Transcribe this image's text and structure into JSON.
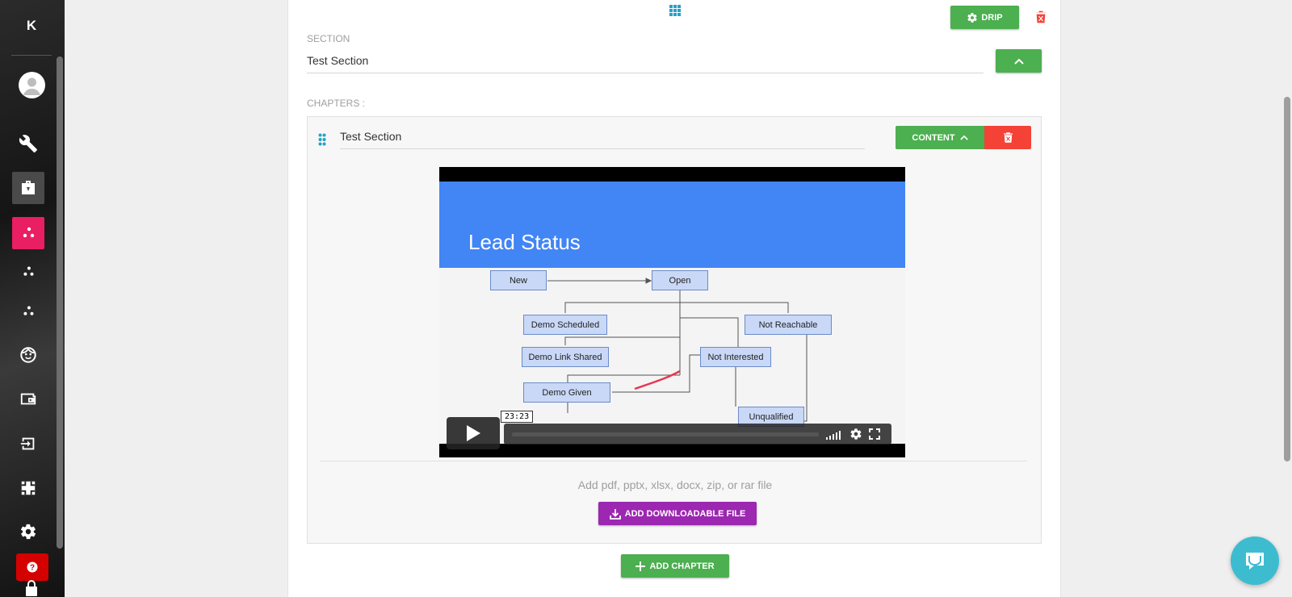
{
  "sidebar": {
    "brand": "K",
    "items": [
      {
        "icon": "wrench-icon"
      },
      {
        "icon": "briefcase-icon",
        "state": "hover"
      },
      {
        "icon": "dots-icon",
        "state": "active"
      },
      {
        "icon": "dots-icon"
      },
      {
        "icon": "dots-icon"
      },
      {
        "icon": "face-icon"
      },
      {
        "icon": "wallet-icon"
      },
      {
        "icon": "login-icon"
      },
      {
        "icon": "fullscreen-icon"
      },
      {
        "icon": "gear-icon"
      }
    ],
    "help": "?"
  },
  "section": {
    "label": "SECTION",
    "value": "Test Section",
    "drip_label": "DRIP"
  },
  "chapters": {
    "label": "CHAPTERS :",
    "chapter": {
      "title": "Test Section",
      "content_label": "CONTENT"
    }
  },
  "video": {
    "slide_title": "Lead Status",
    "nodes": [
      "New",
      "Open",
      "Demo Scheduled",
      "Not Reachable",
      "Demo Link Shared",
      "Not Interested",
      "Demo Given",
      "Unqualified"
    ],
    "time": "23:23"
  },
  "downloads": {
    "hint": "Add pdf, pptx, xlsx, docx, zip, or rar file",
    "button_label": "ADD DOWNLOADABLE FILE"
  },
  "add_chapter_label": "ADD CHAPTER",
  "colors": {
    "green": "#4caf50",
    "red": "#f44336",
    "purple": "#9c27b0",
    "pink": "#e91e63",
    "teal": "#3dbcd0",
    "slide_blue": "#4285f4"
  }
}
